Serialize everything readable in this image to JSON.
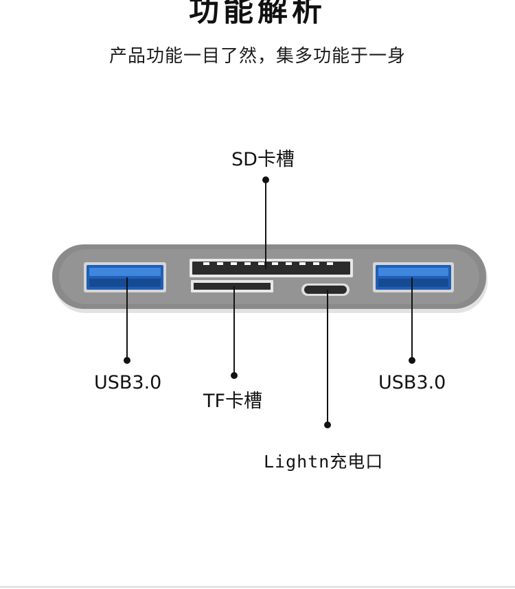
{
  "heading": {
    "title": "功能解析",
    "subtitle": "产品功能一目了然，集多功能于一身"
  },
  "ports": {
    "sd": "SD卡槽",
    "usb_left": "USB3.0",
    "tf": "TF卡槽",
    "usb_right": "USB3.0",
    "lightning": "Lightn充电口"
  },
  "colors": {
    "hub_body": "#8a8a8a",
    "hub_face": "#939393",
    "usb_blue": "#1f5fb5",
    "usb_blue_light": "#3f86de",
    "slot_dark": "#2b2b2b",
    "leader_line": "#111111"
  }
}
